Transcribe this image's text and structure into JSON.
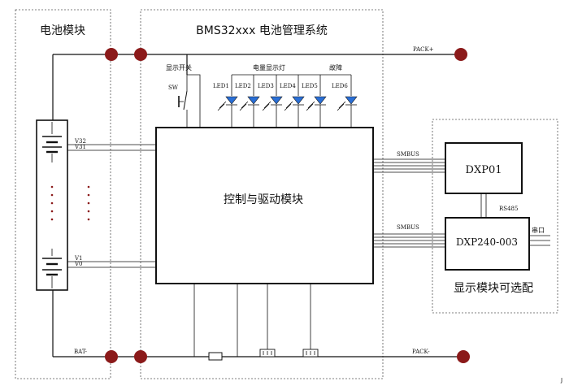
{
  "battery_module": {
    "title": "电池模块",
    "labels": {
      "v32": "V32",
      "v31": "V31",
      "v1": "V1",
      "v0": "V0",
      "bat_minus": "BAT-"
    }
  },
  "bms": {
    "title": "BMS32xxx 电池管理系统",
    "switch_label": "显示开关",
    "sw_label": "SW",
    "led_group_label": "电量显示灯",
    "fault_label": "故障",
    "leds": [
      "LED1",
      "LED2",
      "LED3",
      "LED4",
      "LED5",
      "LED6"
    ],
    "core_label": "控制与驱动模块"
  },
  "pack": {
    "plus": "PACK+",
    "minus": "PACK-"
  },
  "display_module": {
    "title": "显示模块可选配",
    "dxp01": "DXP01",
    "dxp240": "DXP240-003",
    "smbus_top": "SMBUS",
    "smbus_bottom": "SMBUS",
    "rs485": "RS485",
    "serial": "串口"
  },
  "footer_mark": "J"
}
